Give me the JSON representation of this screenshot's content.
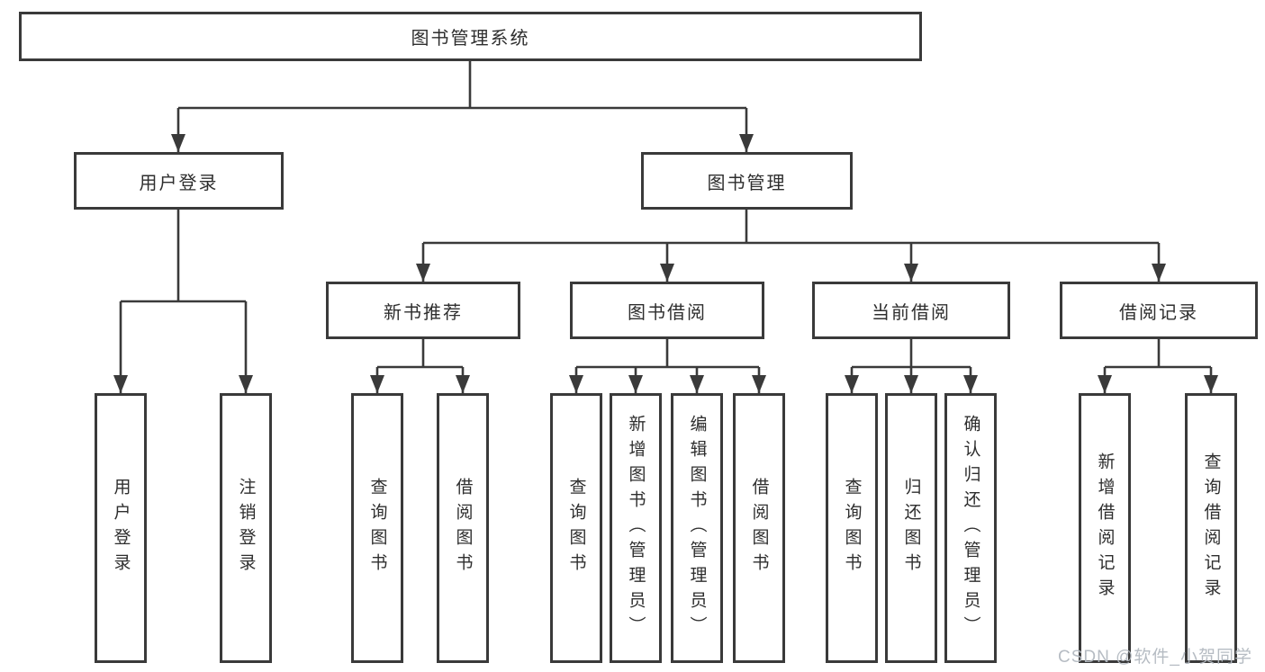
{
  "tree": {
    "label": "图书管理系统",
    "children": [
      {
        "label": "用户登录",
        "children": [
          {
            "label": "用户登录"
          },
          {
            "label": "注销登录"
          }
        ]
      },
      {
        "label": "图书管理",
        "children": [
          {
            "label": "新书推荐",
            "children": [
              {
                "label": "查询图书"
              },
              {
                "label": "借阅图书"
              }
            ]
          },
          {
            "label": "图书借阅",
            "children": [
              {
                "label": "查询图书"
              },
              {
                "label": "新增图书（管理员）"
              },
              {
                "label": "编辑图书（管理员）"
              },
              {
                "label": "借阅图书"
              }
            ]
          },
          {
            "label": "当前借阅",
            "children": [
              {
                "label": "查询图书"
              },
              {
                "label": "归还图书"
              },
              {
                "label": "确认归还（管理员）"
              }
            ]
          },
          {
            "label": "借阅记录",
            "children": [
              {
                "label": "新增借阅记录"
              },
              {
                "label": "查询借阅记录"
              }
            ]
          }
        ]
      }
    ]
  },
  "watermark": {
    "text": "CSDN @软件_小贺同学"
  },
  "colors": {
    "line": "#3a3a3a",
    "text": "#2e2e2e",
    "watermark": "#b2b8c0",
    "background": "#ffffff"
  }
}
